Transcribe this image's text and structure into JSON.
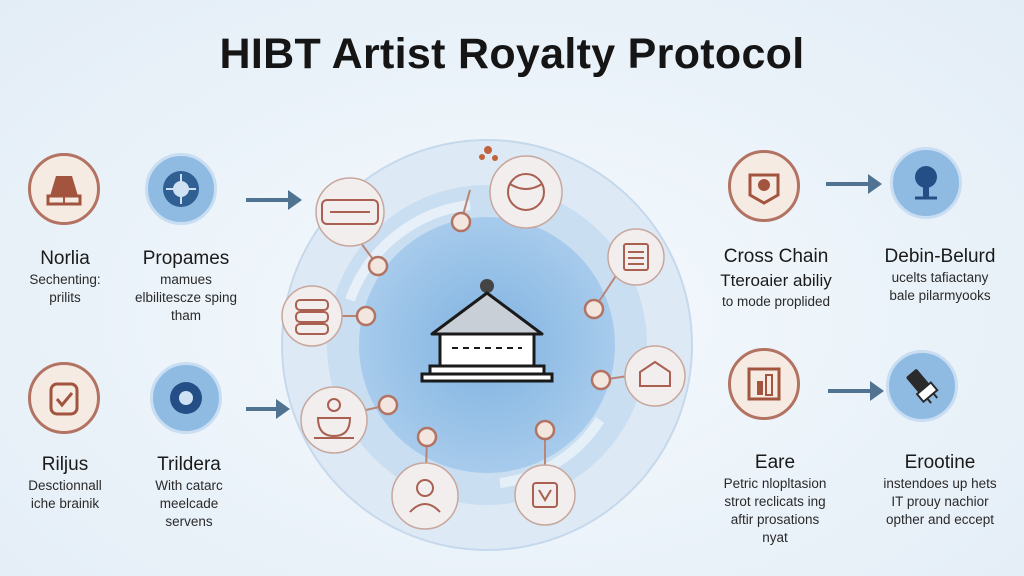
{
  "title": "HIBT Artist Royalty Protocol",
  "colors": {
    "accent_brown": "#b27362",
    "accent_blue": "#4f7fae",
    "arrow": "#4f7391"
  },
  "left_top": [
    {
      "head": "Norlia",
      "desc": [
        "Sechenting:",
        "prilits"
      ],
      "icon": "book-stack-icon"
    },
    {
      "head": "Propames",
      "desc": [
        "mamues",
        "elbilitescze sping",
        "tham"
      ],
      "icon": "cluster-icon"
    }
  ],
  "left_bottom": [
    {
      "head": "Riljus",
      "desc": [
        "Desctionnall",
        "iche brainik"
      ],
      "icon": "checklist-jar-icon"
    },
    {
      "head": "Trildera",
      "desc": [
        "With catarc",
        "meelcade",
        "servens"
      ],
      "icon": "gear-badge-icon"
    }
  ],
  "right_top": [
    {
      "head": "Cross Chain",
      "desc": [
        "Tteroaier abiliy",
        "to mode proplided"
      ],
      "icon": "chain-crest-icon"
    },
    {
      "head": "Debin-Belurd",
      "desc": [
        "ucelts tafiactany",
        "bale pilarmyooks"
      ],
      "icon": "tree-network-icon"
    }
  ],
  "right_bottom": [
    {
      "head": "Eare",
      "desc": [
        "Petric nlopltasion",
        "strot reclicats ing",
        "aftir prosations",
        "nyat"
      ],
      "icon": "chart-frame-icon"
    },
    {
      "head": "Erootine",
      "desc": [
        "instendoes up hets",
        "IT prouy nachior",
        "opther and eccept"
      ],
      "icon": "plug-icon"
    }
  ]
}
